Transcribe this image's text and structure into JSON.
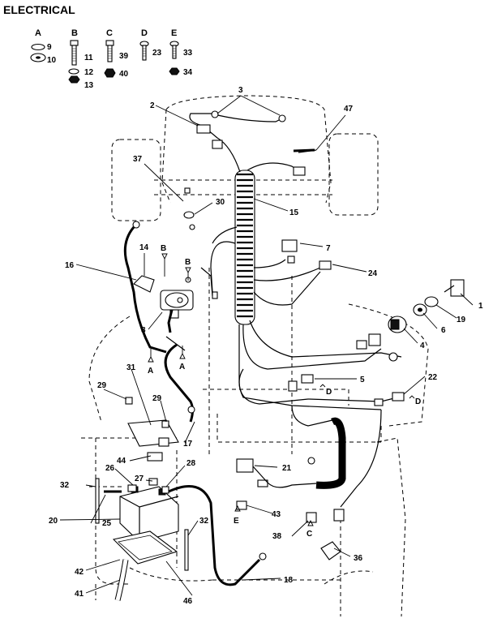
{
  "title": "ELECTRICAL",
  "hardware_key": [
    {
      "letter": "A",
      "parts": [
        "9",
        "10"
      ]
    },
    {
      "letter": "B",
      "parts": [
        "11",
        "12",
        "13"
      ]
    },
    {
      "letter": "C",
      "parts": [
        "39",
        "40"
      ]
    },
    {
      "letter": "D",
      "parts": [
        "23"
      ]
    },
    {
      "letter": "E",
      "parts": [
        "33",
        "34"
      ]
    }
  ],
  "callouts": {
    "c1": "1",
    "c2": "2",
    "c3": "3",
    "c4": "4",
    "c5": "5",
    "c6": "6",
    "c7": "7",
    "c8": "8",
    "c14": "14",
    "c15": "15",
    "c16": "16",
    "c17": "17",
    "c18": "18",
    "c19": "19",
    "c20": "20",
    "c21": "21",
    "c22": "22",
    "c24": "24",
    "c25": "25",
    "c26": "26",
    "c27": "27",
    "c28": "28",
    "c29a": "29",
    "c29b": "29",
    "c30": "30",
    "c31": "31",
    "c32a": "32",
    "c32b": "32",
    "c36": "36",
    "c37": "37",
    "c38": "38",
    "c41": "41",
    "c42": "42",
    "c43": "43",
    "c44": "44",
    "c46": "46",
    "c47": "47"
  },
  "hw_refs": {
    "ref_b1": "B",
    "ref_b2": "B",
    "ref_a1": "A",
    "ref_a2": "A",
    "ref_d1": "D",
    "ref_d2": "D",
    "ref_e1": "E",
    "ref_c1": "C"
  }
}
